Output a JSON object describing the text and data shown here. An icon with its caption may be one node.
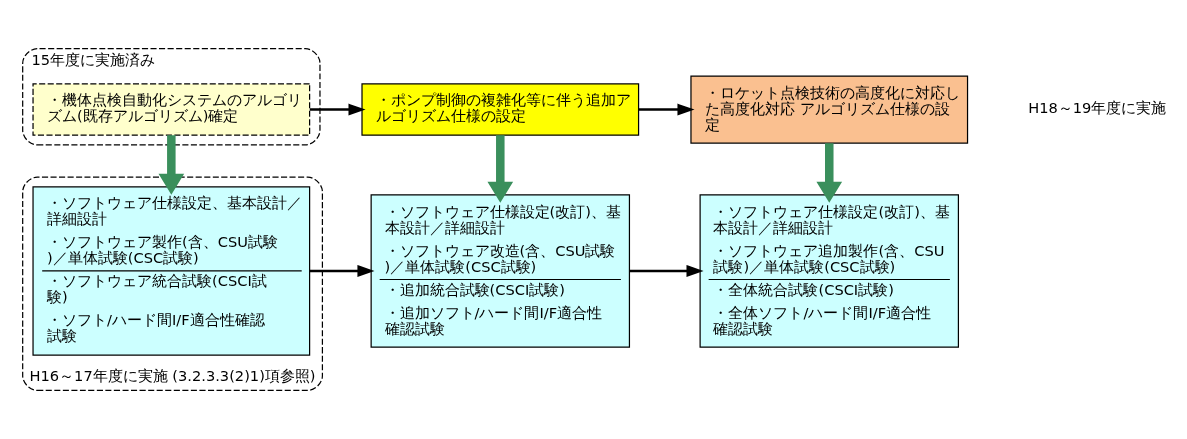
{
  "diagram": {
    "nodes": [
      {
        "text": [
          "15年度に実施済み"
        ]
      },
      {
        "text": [
          "・機体点検自動化システムのアルゴリズム(既存アルゴリズム)確定"
        ],
        "in": 0
      },
      {
        "text": [
          "・ポンプ制御の複雑化等に伴う追加アルゴリズム仕様の設定"
        ]
      },
      {
        "text": [
          "・ロケット点検技術の高度化に対応した高度化対応 アルゴリズム仕様の設定"
        ]
      },
      {
        "text": [
          "H16～17年度に実施 (3.2.3.3(2)1)項参照)"
        ]
      },
      {
        "text": [
          "・ソフトウェア仕様設定、基本設計／詳細設計",
          "・ソフトウェア製作(含、CSU試験)／単体試験(CSC試験)",
          "・ソフトウェア統合試験(CSCI試験)",
          "・ソフト/ハード間I/F適合性確認試験"
        ],
        "in": 4
      },
      {
        "text": [
          "・ソフトウェア仕様設定(改訂)、基本設計／詳細設計",
          "・ソフトウェア改造(含、CSU試験)／単体試験(CSC試験)",
          "・追加統合試験(CSCI試験)",
          "・追加ソフト/ハード間I/F適合性確認試験"
        ]
      },
      {
        "text": [
          "・ソフトウェア仕様設定(改訂)、基本設計／詳細設計",
          "・ソフトウェア追加製作(含、CSU試験)／単体試験(CSC試験)",
          "・全体統合試験(CSCI試験)",
          "・全体ソフト/ハード間I/F適合性確認試験"
        ]
      }
    ],
    "edges": [
      {
        "from": 1,
        "to": 2,
        "arrow": "to"
      },
      {
        "from": 2,
        "to": 3,
        "arrow": "to"
      },
      {
        "from": 1,
        "to": 5,
        "arrow": "to",
        "style": "thick",
        "color": "#3a8f5c"
      },
      {
        "from": 2,
        "to": 6,
        "arrow": "to",
        "style": "thick",
        "color": "#3a8f5c"
      },
      {
        "from": 3,
        "to": 7,
        "arrow": "to",
        "style": "thick",
        "color": "#3a8f5c"
      },
      {
        "from": 5,
        "to": 6,
        "arrow": "to"
      },
      {
        "from": 6,
        "to": 7,
        "arrow": "to"
      }
    ],
    "labels": [
      "H18～19年度に実施"
    ]
  }
}
